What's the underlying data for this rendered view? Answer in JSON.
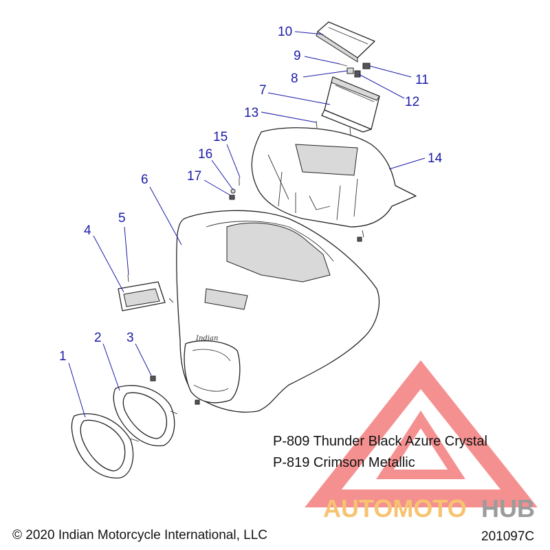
{
  "callouts": [
    {
      "label": "1"
    },
    {
      "label": "2"
    },
    {
      "label": "3"
    },
    {
      "label": "4"
    },
    {
      "label": "5"
    },
    {
      "label": "6"
    },
    {
      "label": "7"
    },
    {
      "label": "8"
    },
    {
      "label": "9"
    },
    {
      "label": "10"
    },
    {
      "label": "11"
    },
    {
      "label": "12"
    },
    {
      "label": "13"
    },
    {
      "label": "14"
    },
    {
      "label": "15"
    },
    {
      "label": "16"
    },
    {
      "label": "17"
    }
  ],
  "paint_codes": [
    "P-809 Thunder Black Azure Crystal",
    "P-819 Crimson Metallic"
  ],
  "copyright": "© 2020 Indian Motorcycle International, LLC",
  "drawing_number": "201097C",
  "watermark": {
    "text_part1": "AUTOMOTO",
    "text_part2": "HUB",
    "color_primary": "#f26b6b",
    "color_accent": "#f5b042",
    "color_dark": "#7a7a7a"
  },
  "colors": {
    "callout": "#1a1aa8",
    "line_art": "#222222"
  }
}
